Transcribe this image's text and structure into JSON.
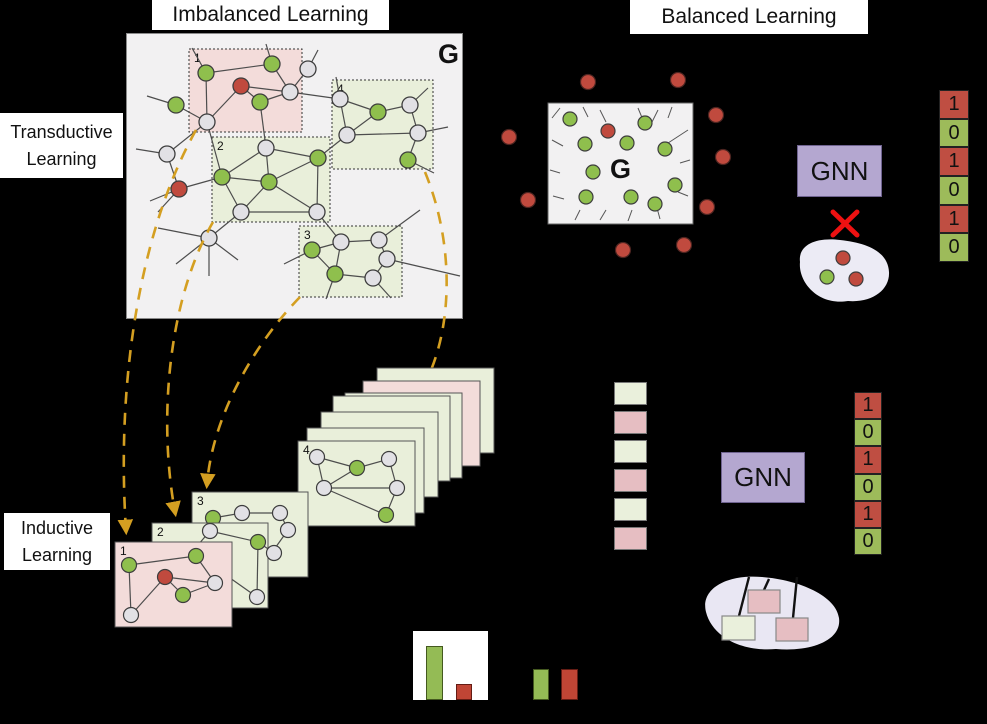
{
  "titles": {
    "imbalanced": "Imbalanced Learning",
    "balanced": "Balanced Learning",
    "transductive": "Transductive Learning",
    "inductive": "Inductive Learning"
  },
  "graph_g": {
    "label": "G",
    "subgraph_labels": [
      "1",
      "2",
      "3",
      "4"
    ]
  },
  "balanced_graph": {
    "label": "G"
  },
  "gnn": {
    "top": "GNN",
    "bottom": "GNN"
  },
  "vector_top": {
    "cells": [
      {
        "value": "1",
        "color": "red"
      },
      {
        "value": "0",
        "color": "green"
      },
      {
        "value": "1",
        "color": "red"
      },
      {
        "value": "0",
        "color": "green"
      },
      {
        "value": "1",
        "color": "red"
      },
      {
        "value": "0",
        "color": "green"
      }
    ]
  },
  "vector_bottom": {
    "cells": [
      {
        "value": "1",
        "color": "red"
      },
      {
        "value": "0",
        "color": "green"
      },
      {
        "value": "1",
        "color": "red"
      },
      {
        "value": "0",
        "color": "green"
      },
      {
        "value": "1",
        "color": "red"
      },
      {
        "value": "0",
        "color": "green"
      }
    ]
  },
  "cards": {
    "labels": [
      "1",
      "2",
      "3",
      "4"
    ]
  },
  "embedding_column": {
    "cells": [
      "green",
      "pink",
      "green",
      "pink",
      "green",
      "pink"
    ]
  },
  "class_distribution": {
    "imbalanced": {
      "green_bar_rel": 0.78,
      "red_bar_rel": 0.23
    },
    "balanced": {
      "green_bar_rel": 1.0,
      "red_bar_rel": 1.0
    }
  },
  "colors": {
    "node_green": "#8fbf4d",
    "node_red": "#c04a3e",
    "node_gray": "#e2e1e5",
    "subgraph_pink_bg": "#f3dcda",
    "subgraph_green_bg": "#e9efda",
    "graph_box_bg": "#f2f1f2",
    "gnn_purple": "#b4a7d0",
    "vector_red": "#bf4e42",
    "vector_green": "#9dbb5a",
    "flow_arrow_orange": "#d49f21",
    "blob_lavender": "#ecebf5",
    "reject_x_red": "#ee1111"
  }
}
